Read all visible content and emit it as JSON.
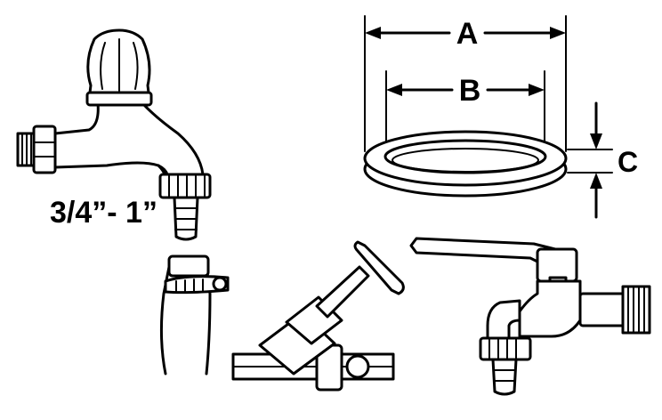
{
  "labels": {
    "size": "3/4”- 1”",
    "dim_a": "A",
    "dim_b": "B",
    "dim_c": "C"
  },
  "colors": {
    "ink": "#000000",
    "paper": "#ffffff"
  }
}
